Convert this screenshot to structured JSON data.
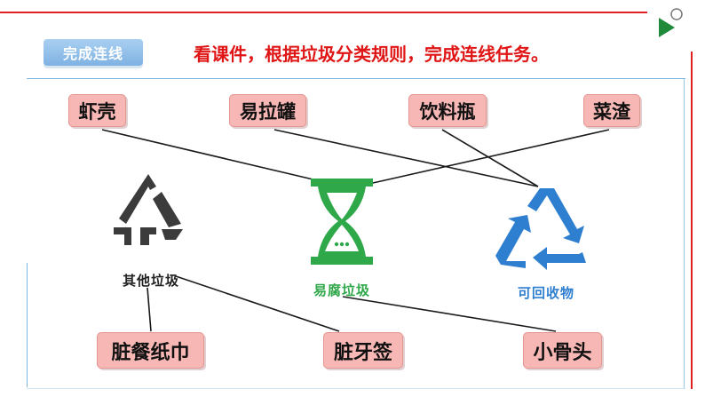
{
  "section_tag": "完成连线",
  "instruction": "看课件，根据垃圾分类规则，完成连线任务。",
  "top_items": [
    "虾壳",
    "易拉罐",
    "饮料瓶",
    "菜渣"
  ],
  "bins": [
    {
      "label": "其他垃圾",
      "color": "#3b3b3b",
      "icon": "other-waste-icon"
    },
    {
      "label": "易腐垃圾",
      "color": "#2fa84a",
      "icon": "food-waste-icon"
    },
    {
      "label": "可回收物",
      "color": "#2f7fd0",
      "icon": "recyclable-icon"
    }
  ],
  "bottom_items": [
    "脏餐纸巾",
    "脏牙签",
    "小骨头"
  ],
  "colors": {
    "accent_red": "#e01515",
    "card_fill": "#f6b7b5",
    "tag_blue": "#8fbde9"
  }
}
